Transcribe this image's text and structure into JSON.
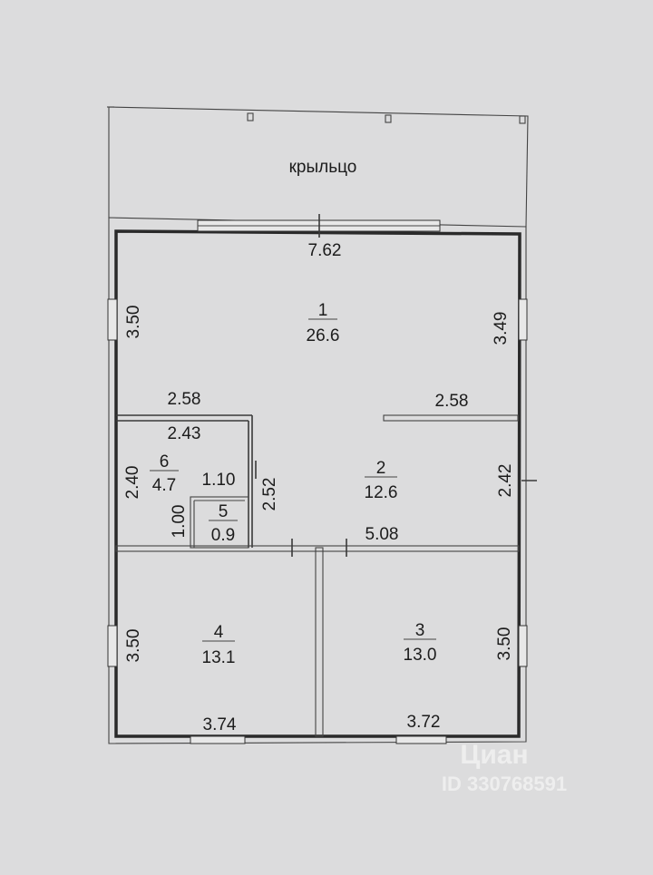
{
  "porch": {
    "label": "крыльцо"
  },
  "rooms": [
    {
      "id": "1",
      "number": "1",
      "area": "26.6"
    },
    {
      "id": "2",
      "number": "2",
      "area": "12.6"
    },
    {
      "id": "3",
      "number": "3",
      "area": "13.0"
    },
    {
      "id": "4",
      "number": "4",
      "area": "13.1"
    },
    {
      "id": "5",
      "number": "5",
      "area": "0.9"
    },
    {
      "id": "6",
      "number": "6",
      "area": "4.7"
    }
  ],
  "dimensions": {
    "top_width": "7.62",
    "left_upper": "3.50",
    "right_upper": "3.49",
    "partition_left": "2.58",
    "partition_right": "2.58",
    "room6_width": "2.43",
    "room6_height": "2.40",
    "room5_width": "1.10",
    "room5_height": "1.00",
    "corridor_height": "2.52",
    "right_middle": "2.42",
    "middle_wall": "5.08",
    "left_lower": "3.50",
    "right_lower": "3.50",
    "bottom_left": "3.74",
    "bottom_right": "3.72"
  },
  "watermark": {
    "brand": "Циан",
    "id": "ID 330768591"
  }
}
